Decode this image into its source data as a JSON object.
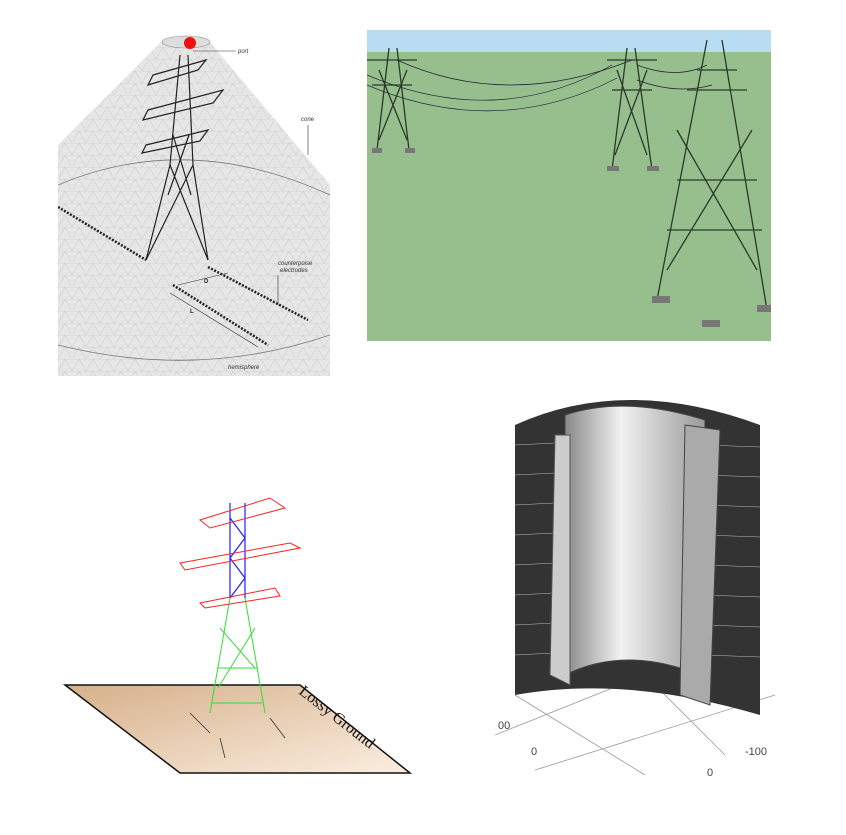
{
  "panels": {
    "cone_model": {
      "labels": {
        "port": "port",
        "cone": "cone",
        "counterpoise": "counterpoise",
        "electrodes": "electrodes",
        "d": "D",
        "l": "L",
        "hemisphere": "hemisphere"
      },
      "colors": {
        "port": "#ee1111",
        "background": "#e4e4e4"
      }
    },
    "field_render": {
      "colors": {
        "sky": "#b8dcf2",
        "grass": "#97bf8e",
        "tower": "#2a3a2a"
      }
    },
    "wire_model": {
      "labels": {
        "ground": "Lossy  Ground"
      },
      "colors": {
        "arms": "#ff2020",
        "top": "#2020ff",
        "body": "#33dd33",
        "ground": "#e8c8a8"
      }
    },
    "cylinder_model": {
      "axis_ticks": {
        "left": "00",
        "center": "0",
        "bottom": "0",
        "right": "-100"
      }
    }
  }
}
